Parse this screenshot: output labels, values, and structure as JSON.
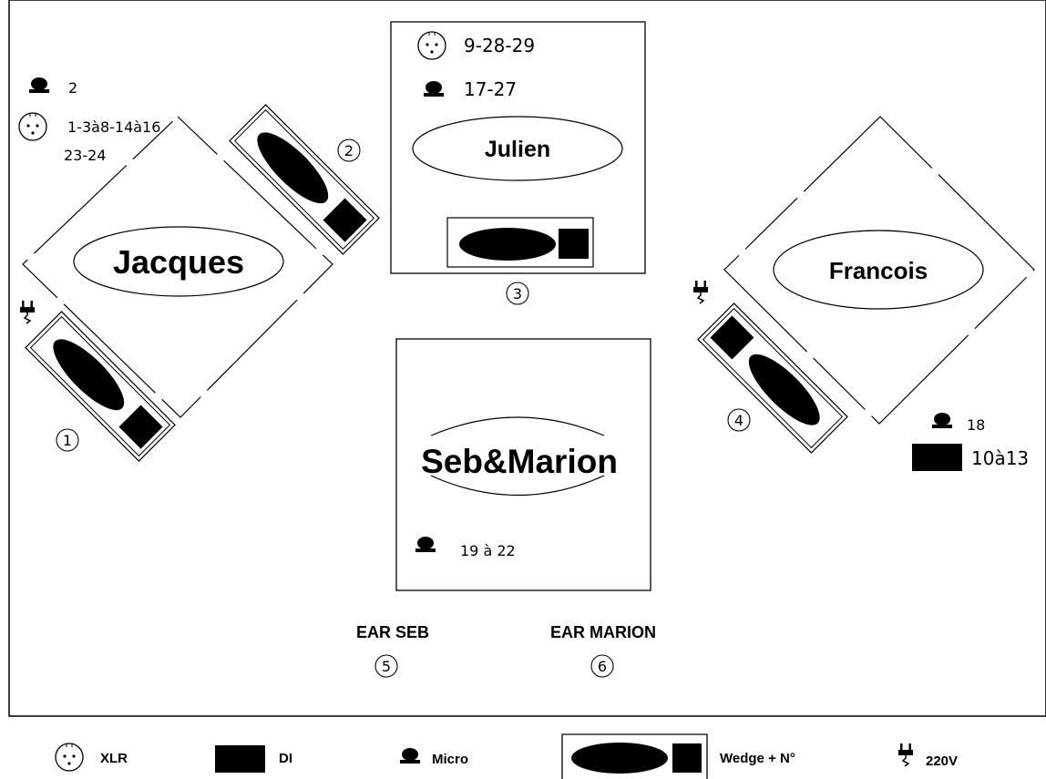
{
  "musicians": {
    "jacques": "Jacques",
    "julien": "Julien",
    "francois": "Francois",
    "seb_marion": "Seb&Marion"
  },
  "channels": {
    "jacques_micro": "2",
    "jacques_xlr_line1": "1-3à8-14à16",
    "jacques_xlr_line2": "23-24",
    "julien_xlr": "9-28-29",
    "julien_micro": "17-27",
    "francois_micro": "18",
    "francois_di": "10à13",
    "seb_marion_micro": "19 à 22"
  },
  "wedges": {
    "w1": "1",
    "w2": "2",
    "w3": "3",
    "w4": "4",
    "w5": "5",
    "w6": "6"
  },
  "ears": {
    "seb": "EAR SEB",
    "marion": "EAR MARION"
  },
  "legend": {
    "xlr": "XLR",
    "di": "DI",
    "micro": "Micro",
    "wedge": "Wedge + N°",
    "power": "220V"
  }
}
